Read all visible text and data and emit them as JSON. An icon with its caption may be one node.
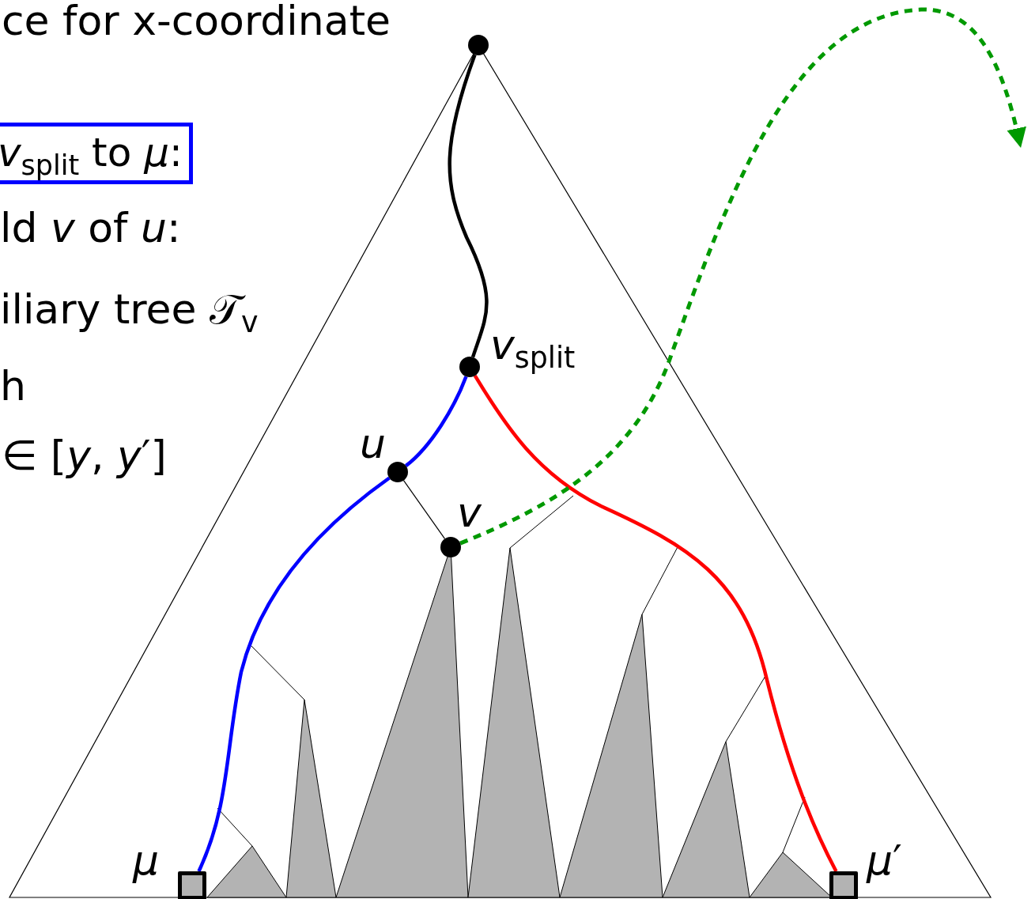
{
  "diagram": {
    "nodes": [
      {
        "text": [],
        "shape": "circle"
      },
      {
        "text": [],
        "shape": "circle",
        "beside": [
          "*v*$_{split}$"
        ]
      },
      {
        "text": [],
        "shape": "circle",
        "beside": [
          "*u*"
        ]
      },
      {
        "text": [],
        "shape": "circle",
        "beside": [
          "*v*"
        ]
      },
      {
        "text": [],
        "shape": "box",
        "beside": [
          "*μ*"
        ]
      },
      {
        "text": [],
        "shape": "box",
        "beside": [
          "*μ*′"
        ]
      },
      {
        "text": [
          "*v*$_{split}$ to *μ*:"
        ]
      }
    ],
    "edges": [
      {
        "from": 0,
        "to": 1,
        "arrow": "none"
      },
      {
        "from": 1,
        "to": 2,
        "arrow": "none",
        "color": "#0000ff"
      },
      {
        "from": 2,
        "to": 4,
        "arrow": "none",
        "color": "#0000ff"
      },
      {
        "from": 1,
        "to": 5,
        "arrow": "none",
        "color": "#ff0000"
      },
      {
        "from": 2,
        "to": 3,
        "arrow": "none"
      },
      {
        "from": 3,
        "to": null,
        "arrow": "to",
        "style": "dashed",
        "color": "#009900"
      }
    ],
    "labels": [
      "ce for x-coordinate",
      "ld *v* of *u*:",
      "iliary tree 𝒯$_{v}$",
      "h",
      "∈ [*y*, *y*′]"
    ]
  }
}
